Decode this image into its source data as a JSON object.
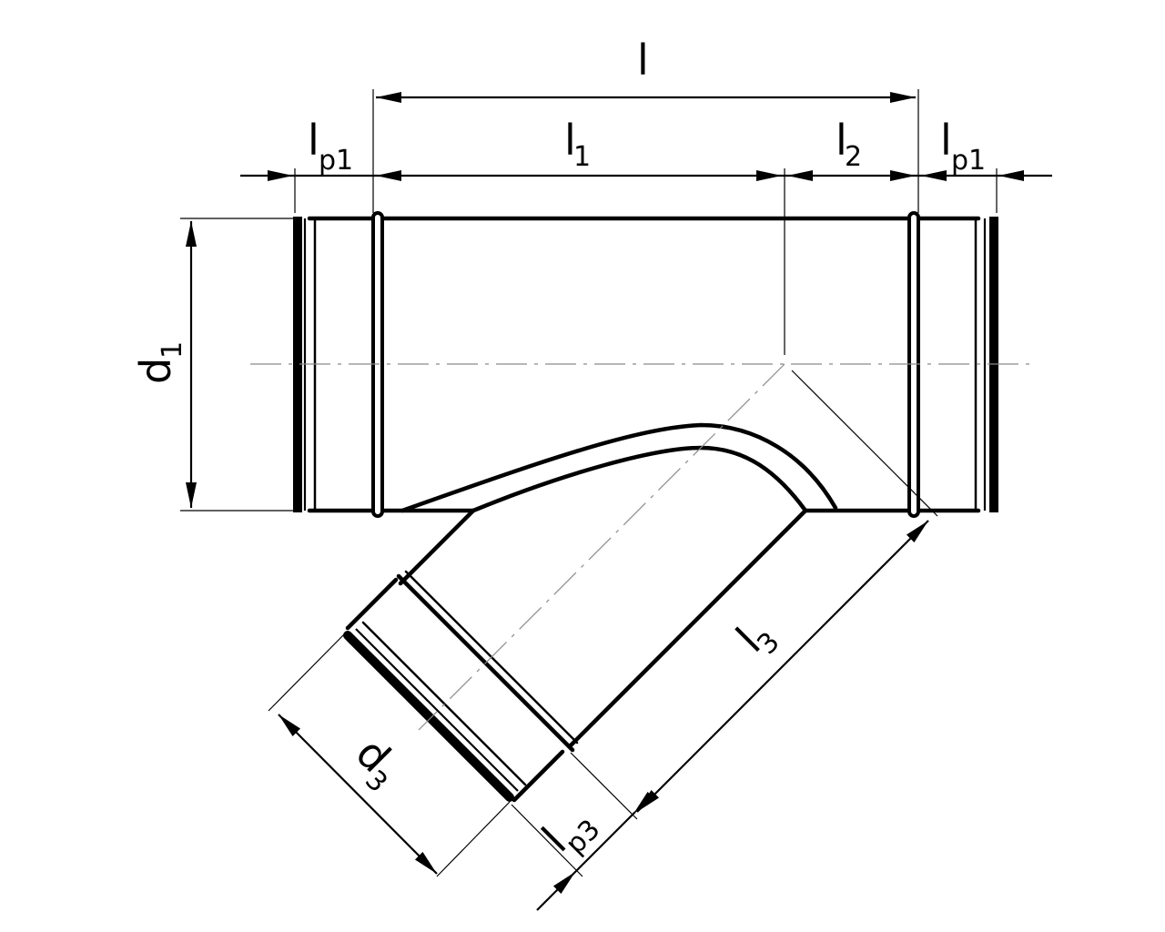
{
  "labels": {
    "l": "l",
    "l1": "l",
    "l1_sub": "1",
    "l2": "l",
    "l2_sub": "2",
    "lp1_left": "l",
    "lp1_left_sub": "p1",
    "lp1_right": "l",
    "lp1_right_sub": "p1",
    "l3": "l",
    "l3_sub": "3",
    "lp3": "l",
    "lp3_sub": "p3",
    "d1": "d",
    "d1_sub": "1",
    "d3": "d",
    "d3_sub": "3"
  }
}
